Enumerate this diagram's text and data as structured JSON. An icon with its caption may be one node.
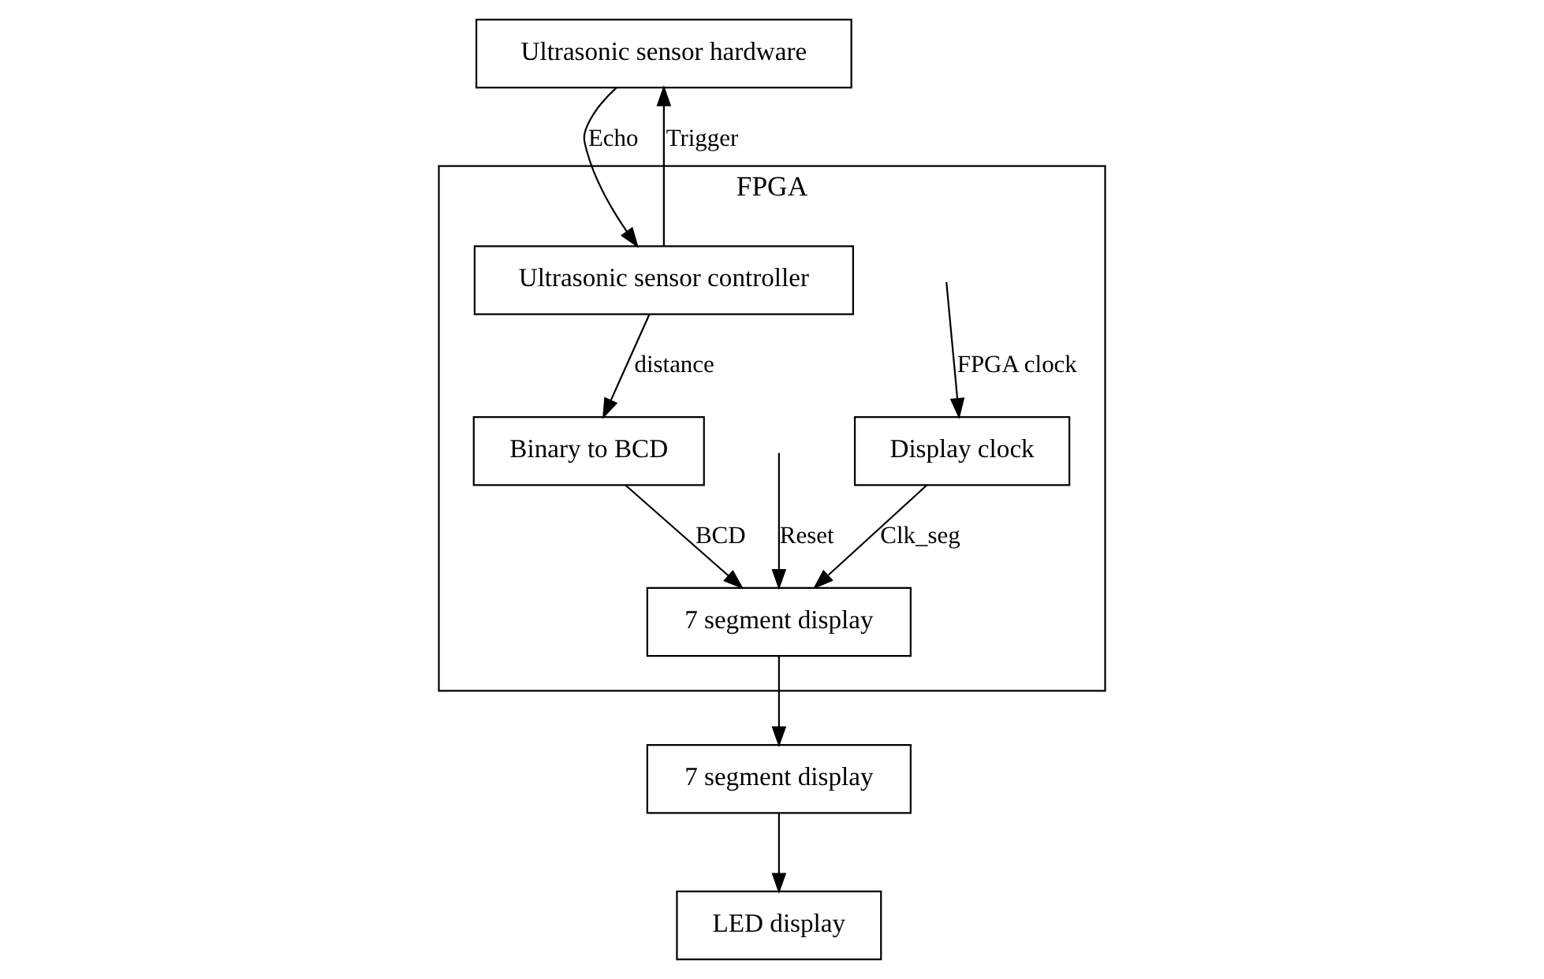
{
  "diagram": {
    "nodes": [
      {
        "text": [
          "Ultrasonic sensor hardware"
        ]
      },
      {
        "text": [
          "FPGA"
        ]
      },
      {
        "text": [
          "Ultrasonic sensor controller"
        ],
        "in": 1
      },
      {
        "text": [
          "Binary to BCD"
        ],
        "in": 1
      },
      {
        "text": [
          "Display clock"
        ],
        "in": 1
      },
      {
        "text": [
          "7 segment display"
        ],
        "in": 1
      },
      {
        "text": [
          "7 segment display"
        ]
      },
      {
        "text": [
          "LED display"
        ]
      }
    ],
    "edges": [
      {
        "from": 0,
        "to": 2,
        "arrow": "to",
        "label": "Echo"
      },
      {
        "from": 2,
        "to": 0,
        "arrow": "to",
        "label": "Trigger"
      },
      {
        "from": 2,
        "to": 3,
        "arrow": "to",
        "label": "distance"
      },
      {
        "from": 3,
        "to": 5,
        "arrow": "to",
        "label": "BCD"
      },
      {
        "from": 4,
        "to": 5,
        "arrow": "to",
        "label": "Clk_seg"
      },
      {
        "from": null,
        "to": 4,
        "arrow": "to",
        "label": "FPGA clock"
      },
      {
        "from": null,
        "to": 5,
        "arrow": "to",
        "label": "Reset"
      },
      {
        "from": 5,
        "to": 6,
        "arrow": "to"
      },
      {
        "from": 6,
        "to": 7,
        "arrow": "to"
      }
    ]
  }
}
